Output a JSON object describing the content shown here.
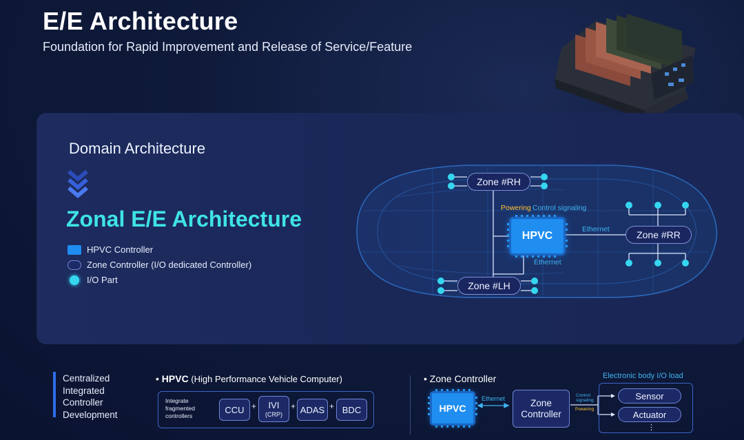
{
  "header": {
    "title": "E/E Architecture",
    "subtitle": "Foundation for Rapid Improvement and Release of Service/Feature"
  },
  "panel": {
    "domain_label": "Domain Architecture",
    "zonal_title": "Zonal E/E Architecture",
    "legend": [
      {
        "icon": "hpvc-chip-icon",
        "label": "HPVC Controller"
      },
      {
        "icon": "zone-controller-icon",
        "label": "Zone Controller (I/O dedicated Controller)"
      },
      {
        "icon": "io-part-icon",
        "label": "I/O Part"
      }
    ]
  },
  "diagram": {
    "zones": {
      "rh": "Zone #RH",
      "lh": "Zone #LH",
      "rr": "Zone #RR"
    },
    "hpvc": "HPVC",
    "powering": "Powering",
    "control": "Control signaling",
    "ethernet_right": "Ethernet",
    "ethernet_bottom": "Ethernet"
  },
  "bottom": {
    "left_lines": [
      "Centralized",
      "Integrated",
      "Controller",
      "Development"
    ],
    "hpvc_section": {
      "bullet": "•",
      "title_bold": "HPVC",
      "title_rest": " (High Performance Vehicle Computer)",
      "integrate_lines": [
        "Integrate",
        "fragmented",
        "controllers"
      ],
      "controllers": [
        {
          "label": "CCU",
          "sub": ""
        },
        {
          "label": "IVI",
          "sub": "(CRP)"
        },
        {
          "label": "ADAS",
          "sub": ""
        },
        {
          "label": "BDC",
          "sub": ""
        }
      ],
      "plus": "+"
    },
    "zone_section": {
      "bullet": "•",
      "title": "Zone Controller",
      "hpvc": "HPVC",
      "ethernet": "Ethernet",
      "zone_controller_lines": [
        "Zone",
        "Controller"
      ],
      "control_lines": [
        "Control",
        "signaling"
      ],
      "powering": "Powering",
      "io_title": "Electronic body I/O load",
      "sensor": "Sensor",
      "actuator": "Actuator",
      "more": "⋮"
    }
  },
  "colors": {
    "accent_cyan": "#3fe3e6",
    "chip_blue": "#1f8ef0",
    "powering_yellow": "#ffc531",
    "label_blue": "#3fb4f2",
    "io_dot": "#35d6f0"
  }
}
